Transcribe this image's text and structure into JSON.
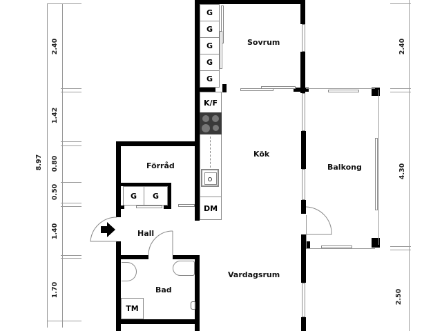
{
  "floorplan": {
    "rooms": {
      "sovrum": "Sovrum",
      "kok": "Kök",
      "balkong": "Balkong",
      "forrad": "Förråd",
      "hall": "Hall",
      "bad": "Bad",
      "vardagsrum": "Vardagsrum"
    },
    "fixtures": {
      "wardrobe": "G",
      "fridge_freezer": "K/F",
      "dishwasher": "DM",
      "washing_machine": "TM"
    },
    "wardrobes_bedroom": [
      "G",
      "G",
      "G",
      "G",
      "G"
    ],
    "wardrobes_storage": [
      "G",
      "G"
    ],
    "dimensions_left": {
      "total": "8.97",
      "segments": [
        "2.40",
        "1.42",
        "0.80",
        "0.50",
        "1.40",
        "1.70"
      ]
    },
    "dimensions_right": {
      "segments": [
        "2.40",
        "4.30",
        "2.50"
      ]
    },
    "icons": {
      "entrance": "entrance-arrow-icon",
      "stove": "stove-icon",
      "sink": "kitchen-sink-icon",
      "washbasin": "washbasin-icon",
      "toilet": "toilet-icon",
      "shower": "shower-icon"
    },
    "colors": {
      "wall": "#000000",
      "line": "#9a9a9a",
      "stove": "#3a3a3a"
    }
  }
}
